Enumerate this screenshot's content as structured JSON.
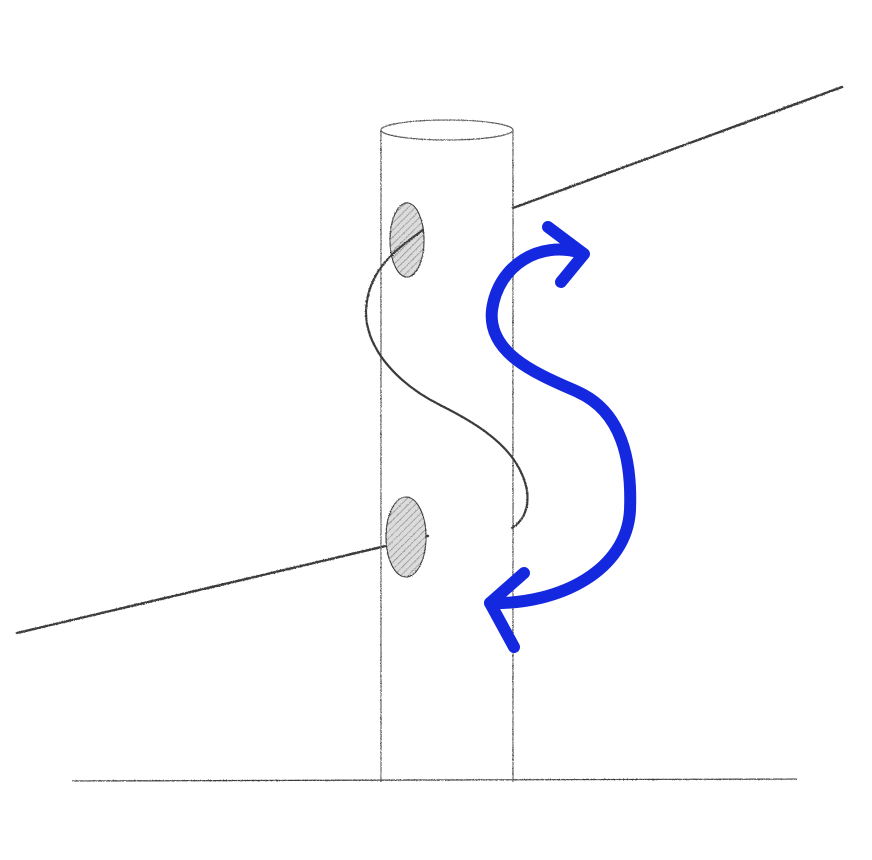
{
  "diagram": {
    "kind": "pencil-sketch",
    "components": {
      "post": "fence-post",
      "holes": "drilled-holes",
      "wire": "fence-wire",
      "ground": "ground-line",
      "arrow": "double-headed-curved-arrow"
    },
    "colors": {
      "background": "#ffffff",
      "pencil": "#3a3a3a",
      "pencil_light": "#555555",
      "hole_fill": "#dcdcdc",
      "hole_hatch": "#8a8a8a",
      "arrow": "#1428e0"
    },
    "icons": {
      "arrow_heads": "chevron-arrowhead-icon"
    }
  }
}
